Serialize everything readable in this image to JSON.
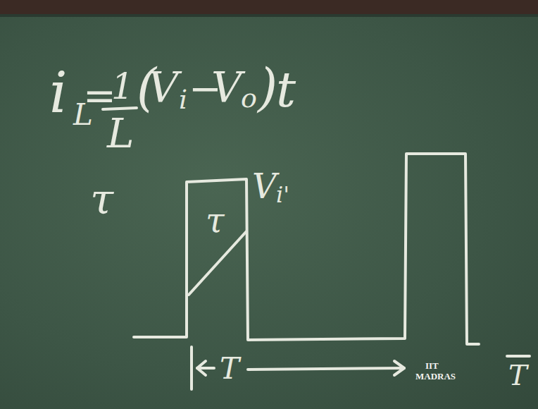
{
  "diagram": {
    "labels": [
      "i",
      "L",
      "=",
      "1",
      "L",
      "(",
      "V",
      "i",
      "−",
      "V",
      "o",
      ")",
      "t",
      "τ",
      "V",
      "i'",
      "τ",
      "T",
      "IIT",
      "MADRAS",
      "T"
    ]
  }
}
